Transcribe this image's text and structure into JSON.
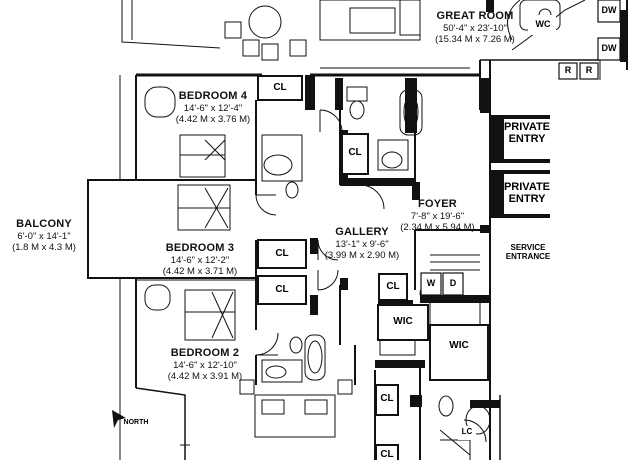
{
  "rooms": {
    "great_room": {
      "name": "GREAT ROOM",
      "dim_imperial": "50'-4\" x 23'-10\"",
      "dim_metric": "(15.34 M x 7.26 M)"
    },
    "bedroom_4": {
      "name": "BEDROOM 4",
      "dim_imperial": "14'-6\" x 12'-4\"",
      "dim_metric": "(4.42 M x 3.76 M)"
    },
    "bedroom_3": {
      "name": "BEDROOM 3",
      "dim_imperial": "14'-6\" x 12'-2\"",
      "dim_metric": "(4.42 M x 3.71 M)"
    },
    "bedroom_2": {
      "name": "BEDROOM 2",
      "dim_imperial": "14'-6\" x 12'-10\"",
      "dim_metric": "(4.42 M x 3.91 M)"
    },
    "balcony": {
      "name": "BALCONY",
      "dim_imperial": "6'-0\" x 14'-1\"",
      "dim_metric": "(1.8 M x 4.3 M)"
    },
    "foyer": {
      "name": "FOYER",
      "dim_imperial": "7'-8\" x 19'-6\"",
      "dim_metric": "(2.34 M x 5.94 M)"
    },
    "gallery": {
      "name": "GALLERY",
      "dim_imperial": "13'-1\" x 9'-6\"",
      "dim_metric": "(3.99 M x 2.90 M)"
    }
  },
  "labels": {
    "private_entry_line1": "PRIVATE",
    "private_entry_line2": "ENTRY",
    "service_entrance_line1": "SERVICE",
    "service_entrance_line2": "ENTRANCE",
    "closet": "CL",
    "walk_in_closet": "WIC",
    "water_closet": "WC",
    "dishwasher": "DW",
    "refrigerator": "R",
    "washer": "W",
    "dryer": "D",
    "linen_closet": "LC",
    "north": "NORTH"
  }
}
